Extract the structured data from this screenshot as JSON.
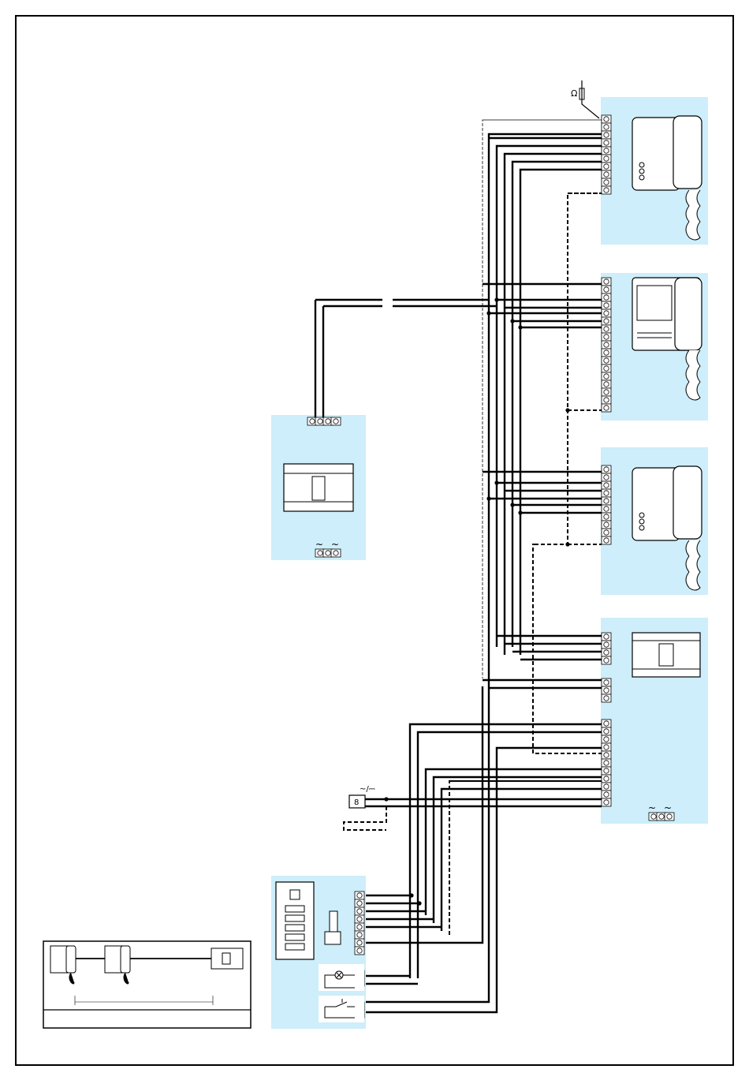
{
  "colors": {
    "panel_fill": "#cdeefa",
    "wire": "#000000",
    "border": "#000000",
    "background": "#ffffff"
  },
  "diagram": {
    "resistor_symbol": "Ω",
    "ac_symbol": "~",
    "ac_dc_symbol": "~/⎓",
    "lock_symbol": "8",
    "devices": [
      {
        "id": "handset-1",
        "icon": "intercom-handset-icon"
      },
      {
        "id": "videophone-2",
        "icon": "videophone-icon"
      },
      {
        "id": "handset-3",
        "icon": "intercom-handset-icon"
      },
      {
        "id": "power-supply-main",
        "icon": "power-supply-icon"
      },
      {
        "id": "power-supply-bottom",
        "icon": "power-supply-icon"
      },
      {
        "id": "door-panel",
        "icon": "entry-panel-icon"
      },
      {
        "id": "camera",
        "icon": "camera-icon"
      },
      {
        "id": "lamp",
        "icon": "lamp-icon"
      },
      {
        "id": "push-button",
        "icon": "push-button-icon"
      }
    ]
  }
}
